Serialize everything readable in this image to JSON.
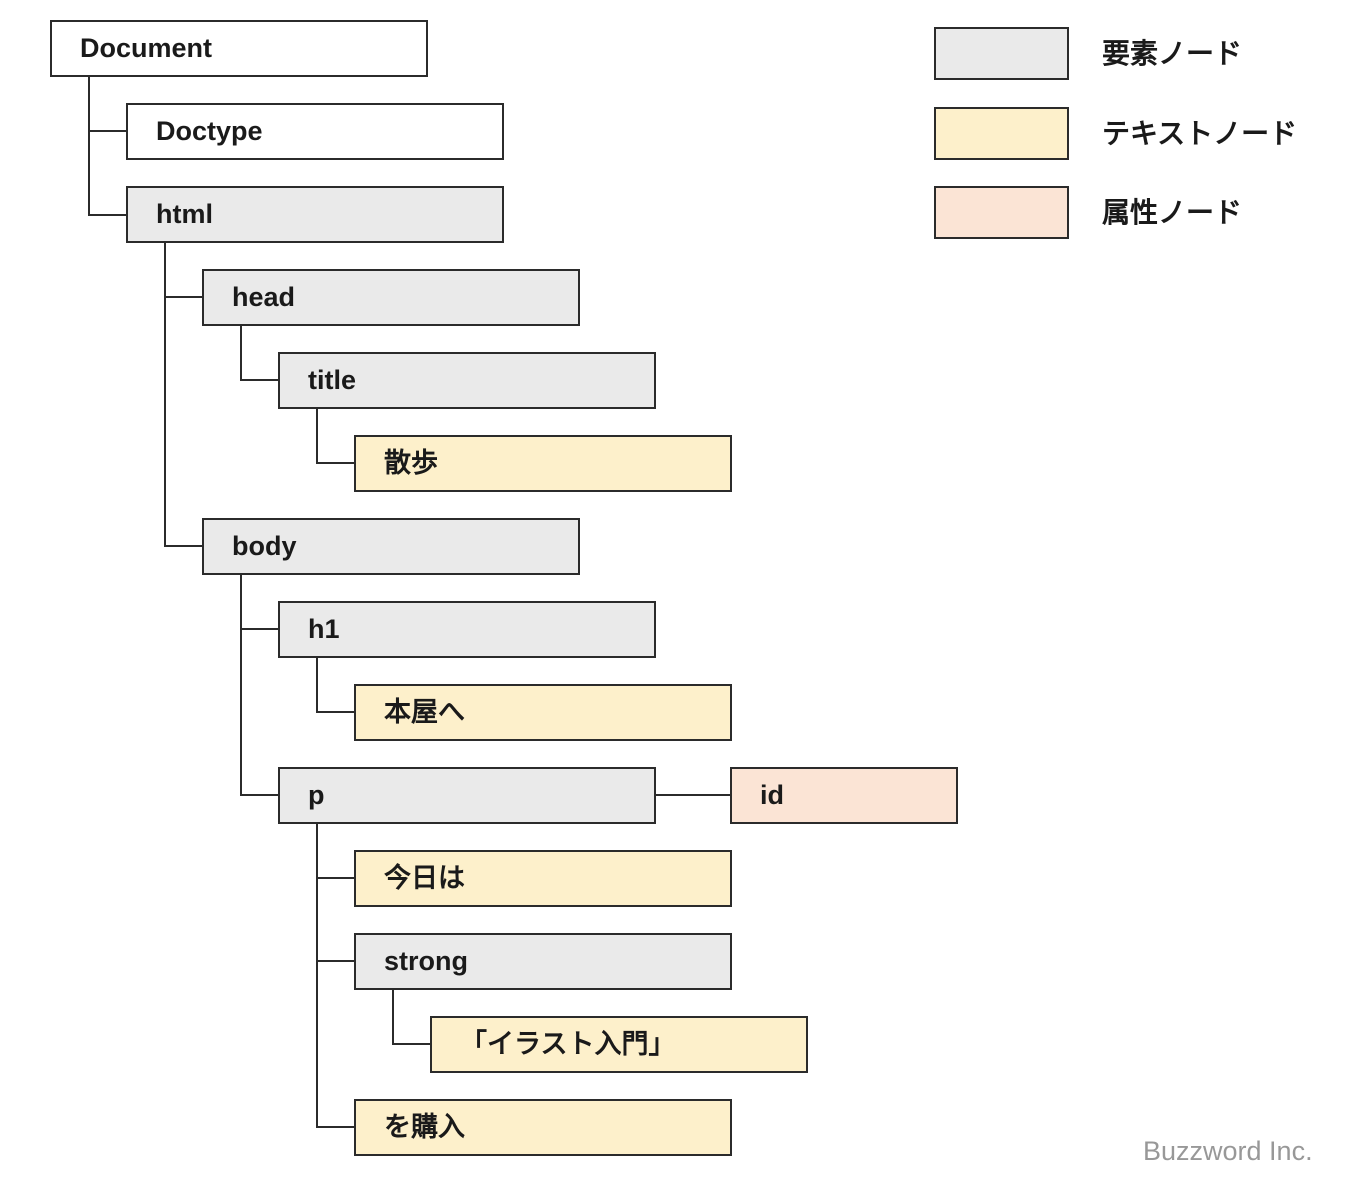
{
  "colors": {
    "plain_fill": "#ffffff",
    "element_fill": "#eaeaea",
    "text_fill": "#fdf0cb",
    "attribute_fill": "#fbe4d5",
    "border": "#2b2b2b",
    "connector": "#2b2b2b",
    "label_text": "#1a1a1a",
    "credit_text": "#989898"
  },
  "tree": {
    "nodes": [
      {
        "label": "Document",
        "kind": "plain"
      },
      {
        "label": "Doctype",
        "kind": "plain"
      },
      {
        "label": "html",
        "kind": "element"
      },
      {
        "label": "head",
        "kind": "element"
      },
      {
        "label": "title",
        "kind": "element"
      },
      {
        "label": "散歩",
        "kind": "text"
      },
      {
        "label": "body",
        "kind": "element"
      },
      {
        "label": "h1",
        "kind": "element"
      },
      {
        "label": "本屋へ",
        "kind": "text"
      },
      {
        "label": "p",
        "kind": "element"
      },
      {
        "label": "id",
        "kind": "attribute"
      },
      {
        "label": "今日は",
        "kind": "text"
      },
      {
        "label": "strong",
        "kind": "element"
      },
      {
        "label": "「イラスト入門」",
        "kind": "text"
      },
      {
        "label": "を購入",
        "kind": "text"
      }
    ]
  },
  "legend": {
    "items": [
      {
        "label": "要素ノード",
        "kind": "element"
      },
      {
        "label": "テキストノード",
        "kind": "text"
      },
      {
        "label": "属性ノード",
        "kind": "attribute"
      }
    ]
  },
  "credit": "Buzzword Inc."
}
